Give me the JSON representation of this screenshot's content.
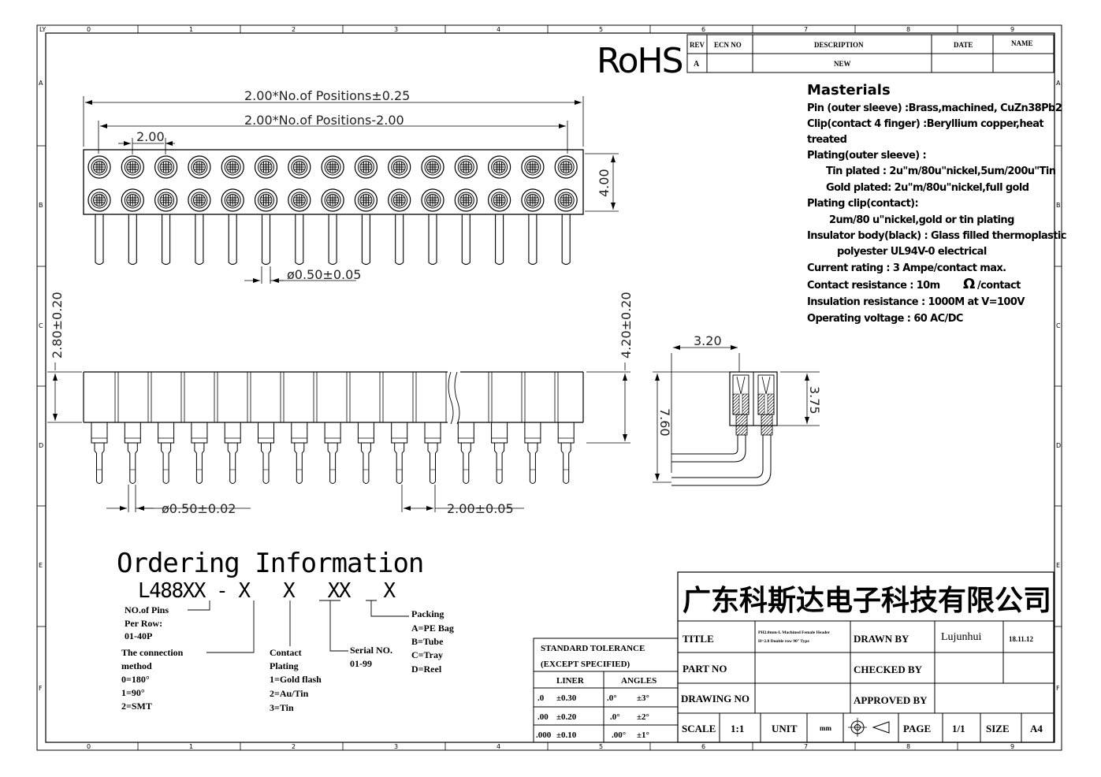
{
  "border": {
    "top_numbers": [
      "0",
      "1",
      "2",
      "3",
      "4",
      "5",
      "6",
      "7",
      "8",
      "9"
    ],
    "bottom_numbers": [
      "0",
      "1",
      "2",
      "3",
      "4",
      "5",
      "6",
      "7",
      "8",
      "9"
    ],
    "corner_label": "LY",
    "side_letters": [
      "A",
      "B",
      "C",
      "D",
      "E",
      "F"
    ]
  },
  "revision_table": {
    "headers": [
      "REV",
      "ECN NO",
      "DESCRIPTION",
      "DATE",
      "NAME"
    ],
    "row": [
      "A",
      "",
      "NEW",
      "",
      ""
    ]
  },
  "rohs": "RoHS",
  "materials": {
    "title": "Masterials",
    "lines": [
      "Pin (outer sleeve) :Brass,machined, CuZn38Pb2",
      "Clip(contact 4 finger) :Beryllium copper,heat",
      "treated",
      "Plating(outer sleeve) :",
      "Tin plated : 2u\"m/80u\"nickel,5um/200u\"Tin",
      "Gold plated: 2u\"m/80u\"nickel,full gold",
      "Plating clip(contact):",
      "2um/80 u\"nickel,gold or tin plating",
      "Insulator body(black) :  Glass filled thermoplastic",
      "polyester UL94V-0 electrical",
      "Current  rating :  3 Ampe/contact max.",
      "Contact  resistance : 10m",
      "Insulation  resistance : 1000M   at V=100V",
      "Operating voltage :  60 AC/DC"
    ],
    "ohm_symbol": "Ω",
    "ohm_suffix": "/contact"
  },
  "dimensions": {
    "overall": "2.00*No.of Positions±0.25",
    "inner": "2.00*No.of Positions-2.00",
    "pitch": "2.00",
    "row_spacing": "4.00",
    "pin_dia_top": "ø0.50±0.05",
    "height_left": "2.80±0.20",
    "height_right": "4.20±0.20",
    "pin_dia_bottom": "ø0.50±0.02",
    "pitch_bottom": "2.00±0.05",
    "side_width": "3.20",
    "side_height": "7.60",
    "side_depth": "3.75"
  },
  "ordering": {
    "title": "Ordering Information",
    "code": "L488XX - X   X   XX   X",
    "pins": [
      "NO.of Pins",
      "Per Row:",
      "01-40P"
    ],
    "connection": [
      "The connection",
      "method",
      "0=180°",
      "1=90°",
      "2=SMT"
    ],
    "plating": [
      "Contact",
      "Plating",
      "1=Gold flash",
      "2=Au/Tin",
      "3=Tin"
    ],
    "serial": [
      "Serial NO.",
      "01-99"
    ],
    "packing": [
      "Packing",
      "A=PE Bag",
      "B=Tube",
      "C=Tray",
      "D=Reel"
    ]
  },
  "tolerance": {
    "title": "STANDARD TOLERANCE",
    "subtitle": "(EXCEPT  SPECIFIED)",
    "col_headers": [
      "LINER",
      "ANGLES"
    ],
    "rows": [
      [
        ".0",
        "±0.30",
        ".0°",
        "±3°"
      ],
      [
        ".00",
        "±0.20",
        ".0°",
        "±2°"
      ],
      [
        ".000",
        "±0.10",
        ".00°",
        "±1°"
      ]
    ]
  },
  "title_block": {
    "company": "广东科斯达电子科技有限公司",
    "title_label": "TITLE",
    "title_value_1": "PH2.0mm-L Machined Female Header",
    "title_value_2": "H=2.8 Double row 90° Type",
    "drawn_label": "DRAWN BY",
    "drawn_value": "Lujunhui",
    "date_value": "18.11.12",
    "part_label": "PART NO",
    "checked_label": "CHECKED BY",
    "drawing_label": "DRAWING NO",
    "approved_label": "APPROVED BY",
    "scale_label": "SCALE",
    "scale_value": "1:1",
    "unit_label": "UNIT",
    "unit_value": "mm",
    "page_label": "PAGE",
    "page_value": "1/1",
    "size_label": "SIZE",
    "size_value": "A4"
  }
}
